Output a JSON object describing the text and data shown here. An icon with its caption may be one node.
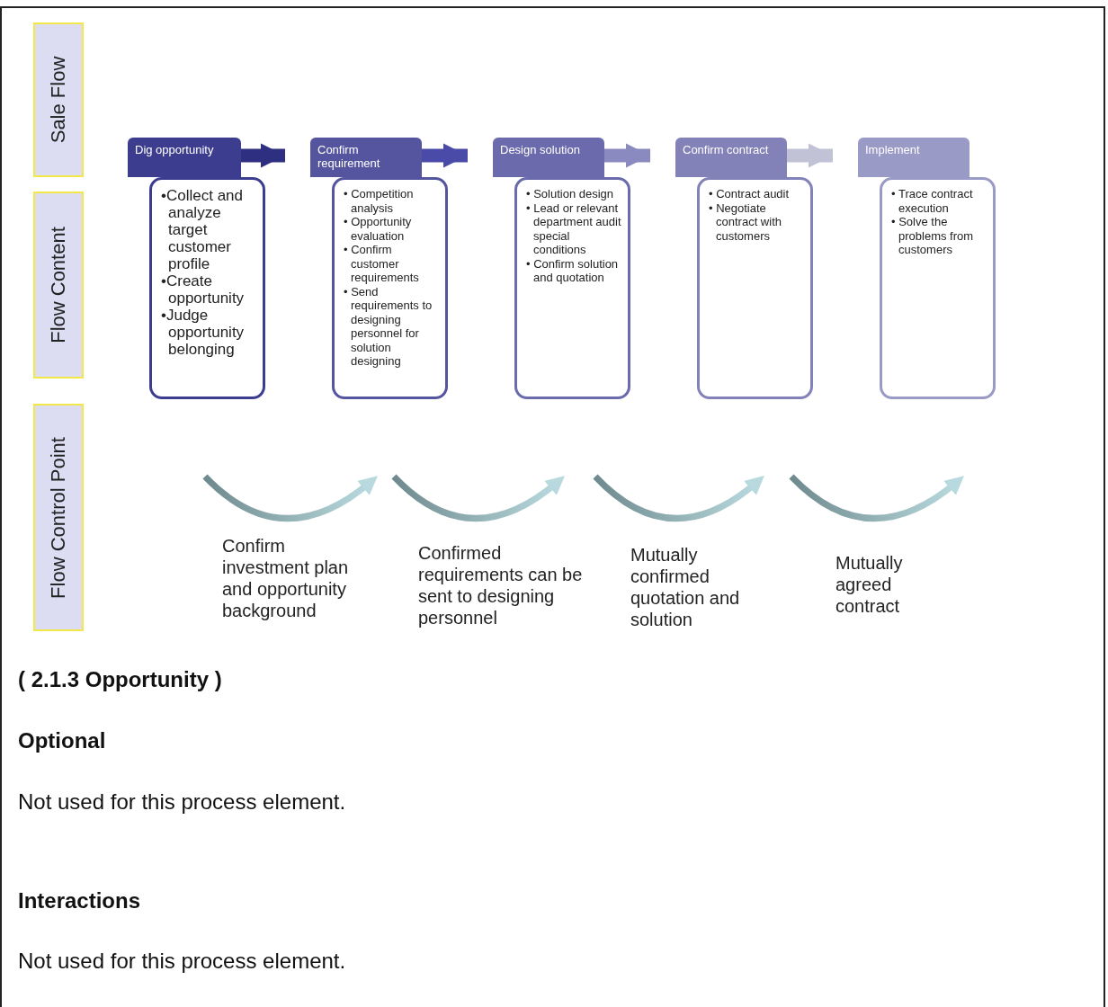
{
  "diagram": {
    "nodes": [
      {
        "text": [
          "Sale Flow"
        ]
      },
      {
        "text": [
          "Flow Content"
        ]
      },
      {
        "text": [
          "Flow Control Point"
        ]
      },
      {
        "text": [
          "Dig opportunity"
        ]
      },
      {
        "text": [
          "•Collect and analyze target customer profile",
          "•Create opportunity",
          "•Judge opportunity belonging"
        ]
      },
      {
        "text": [
          "Confirm requirement"
        ]
      },
      {
        "text": [
          "• Competition analysis",
          "• Opportunity evaluation",
          "• Confirm customer requirements",
          "• Send requirements to designing personnel for solution designing"
        ]
      },
      {
        "text": [
          "Design solution"
        ]
      },
      {
        "text": [
          "• Solution design",
          "• Lead or relevant department audit special conditions",
          "• Confirm solution and quotation"
        ]
      },
      {
        "text": [
          "Confirm contract"
        ]
      },
      {
        "text": [
          "• Contract audit",
          "• Negotiate contract with customers"
        ]
      },
      {
        "text": [
          "Implement"
        ]
      },
      {
        "text": [
          "• Trace contract execution",
          "• Solve the problems from customers"
        ]
      }
    ],
    "edges": [
      {
        "from": 3,
        "to": 5,
        "arrow": "to",
        "color": "#2e2f80"
      },
      {
        "from": 5,
        "to": 7,
        "arrow": "to",
        "color": "#4a4aa8"
      },
      {
        "from": 7,
        "to": 9,
        "arrow": "to",
        "color": "#8a89c0"
      },
      {
        "from": 9,
        "to": 11,
        "arrow": "to",
        "color": "#c2c2d6"
      }
    ],
    "labels": [
      "Confirm investment plan and opportunity background",
      "Confirmed requirements can be sent to designing personnel",
      "Mutually confirmed quotation and solution",
      "Mutually agreed contract",
      "( 2.1.3 Opportunity )",
      "Optional",
      "Not used for this process element.",
      "Interactions",
      "Not used for this process element."
    ]
  }
}
